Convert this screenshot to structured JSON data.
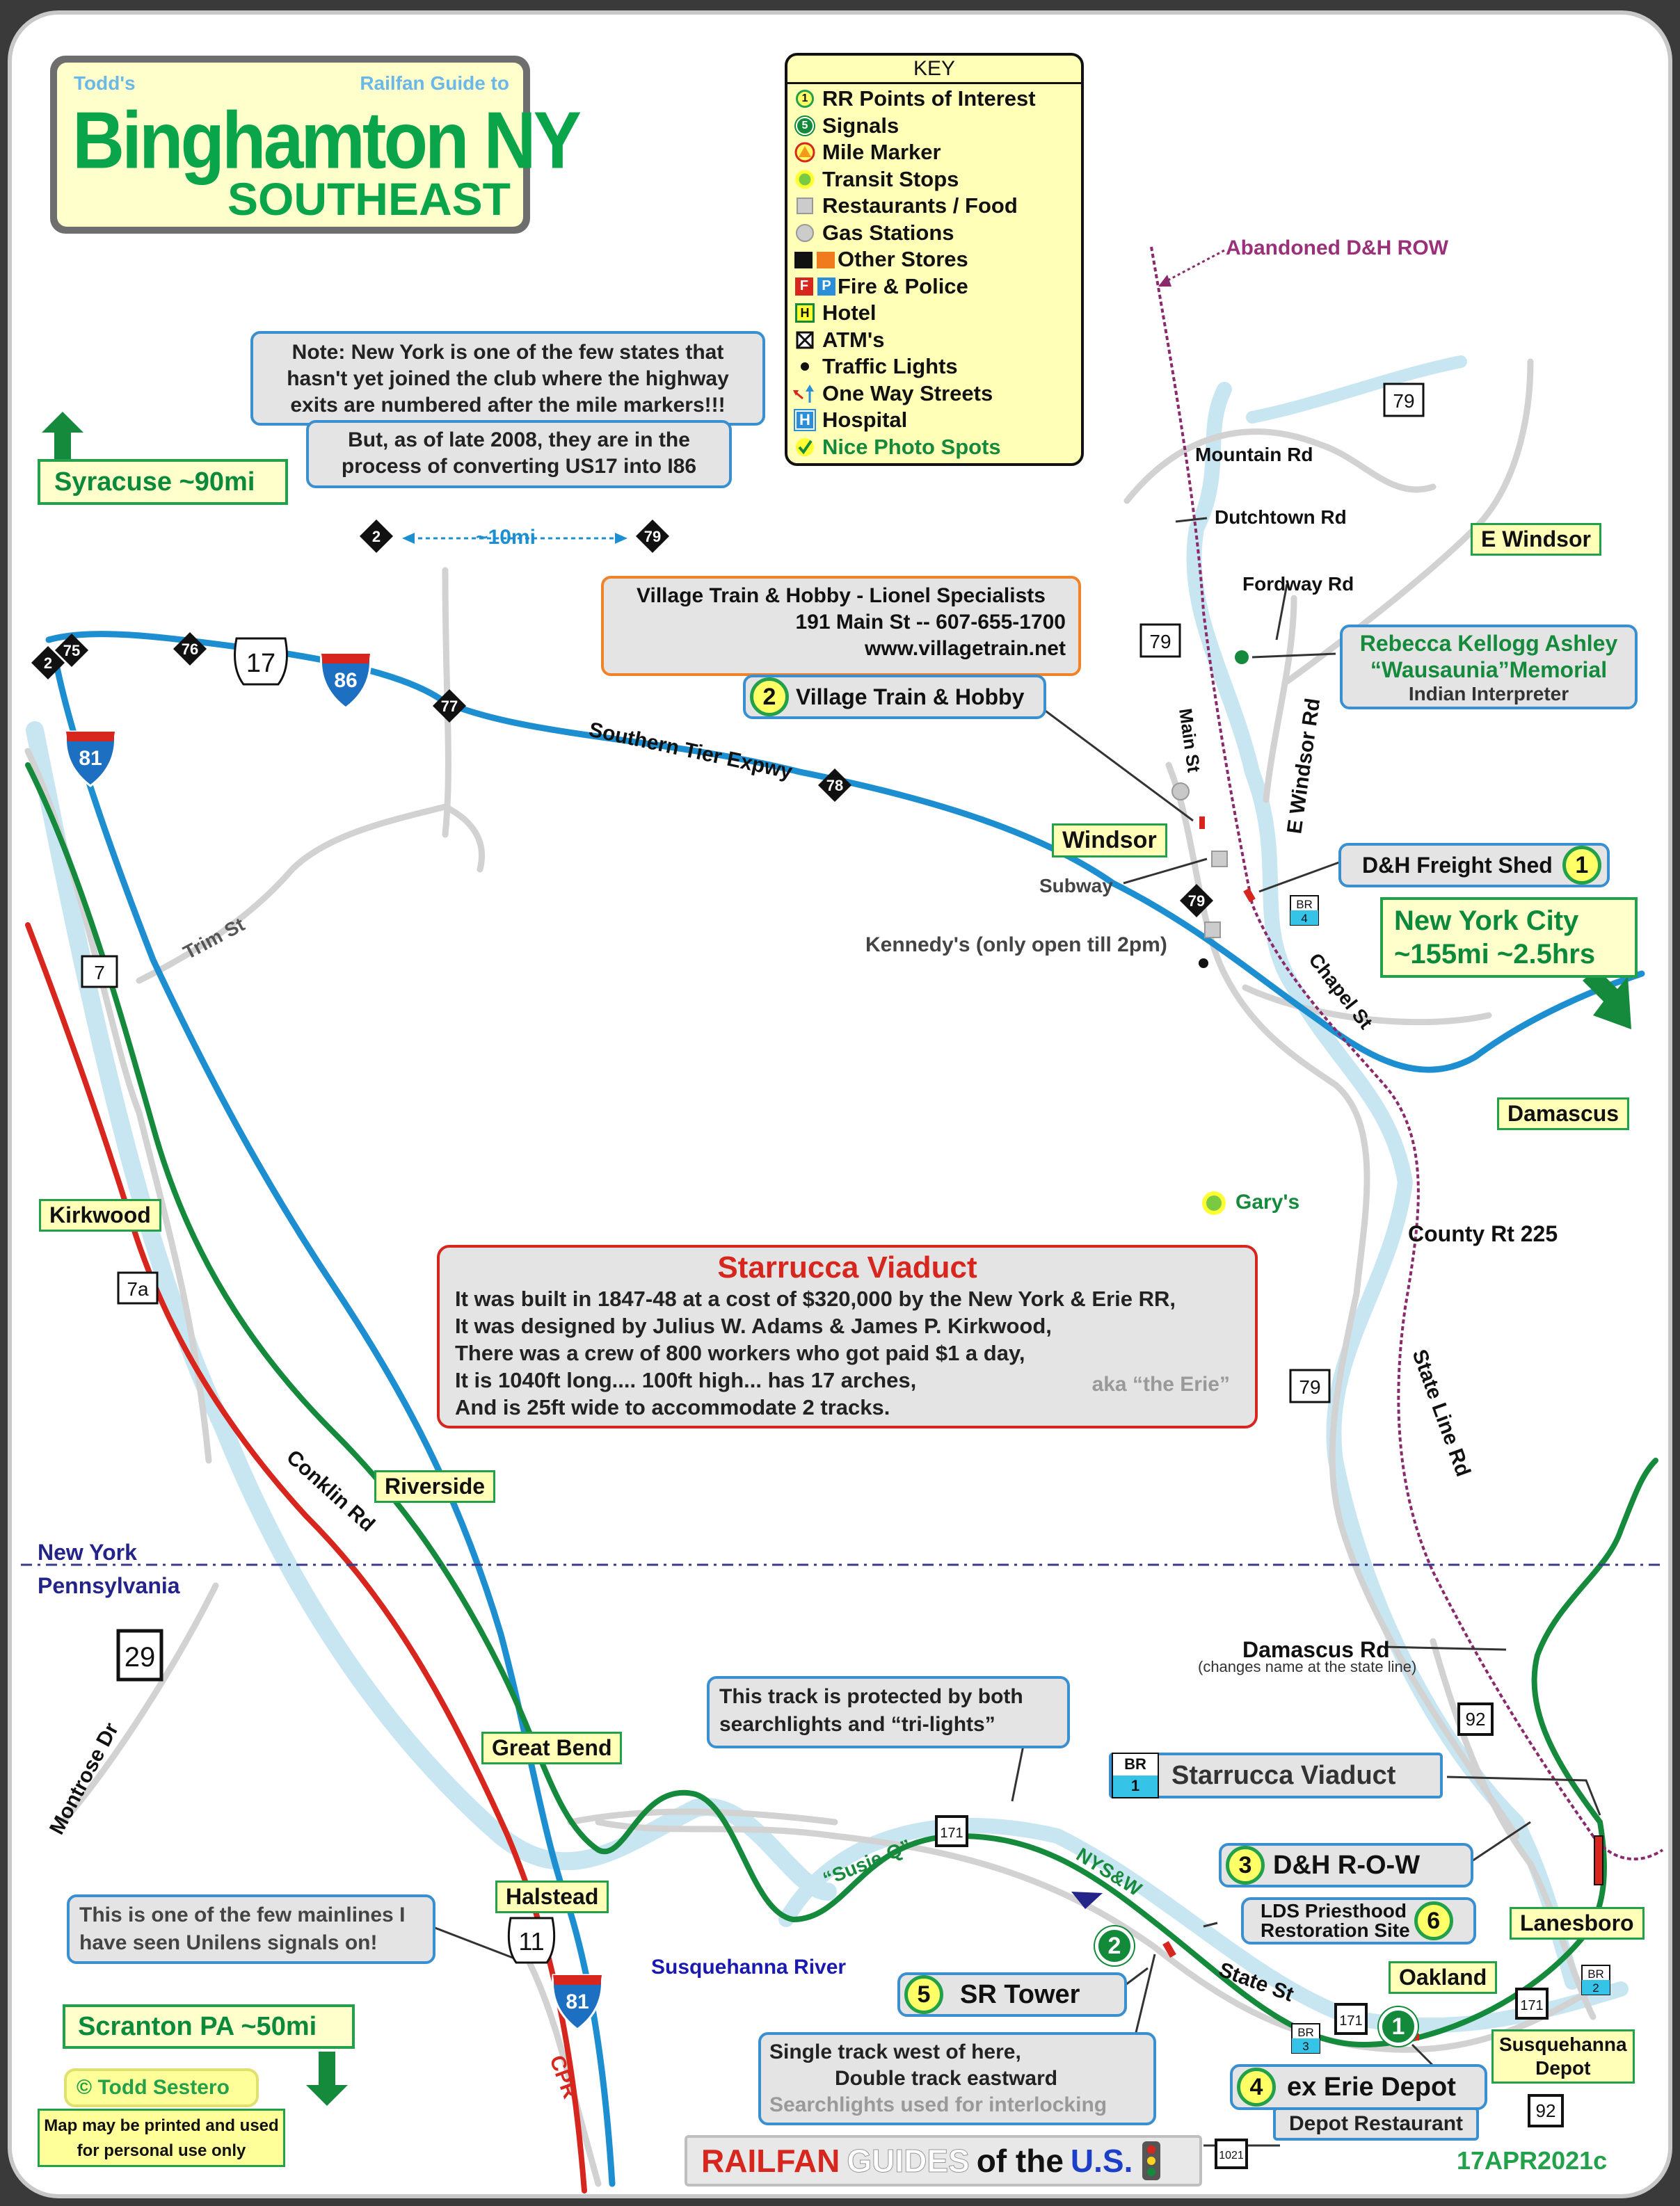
{
  "title": {
    "top_left": "Todd's",
    "top_right": "Railfan Guide to",
    "main": "Binghamton NY",
    "sub": "SOUTHEAST"
  },
  "key": {
    "heading": "KEY",
    "items": [
      {
        "icon": "rr-poi-icon",
        "num": "1",
        "label": "RR Points of Interest"
      },
      {
        "icon": "signal-icon",
        "num": "5",
        "label": "Signals"
      },
      {
        "icon": "mile-marker-icon",
        "label": "Mile Marker"
      },
      {
        "icon": "transit-stop-icon",
        "label": "Transit Stops"
      },
      {
        "icon": "restaurant-icon",
        "label": "Restaurants / Food"
      },
      {
        "icon": "gas-station-icon",
        "label": "Gas Stations"
      },
      {
        "icon": "other-stores-icon",
        "label": "Other Stores"
      },
      {
        "icon": "fire-police-icon",
        "f": "F",
        "p": "P",
        "label": "Fire & Police"
      },
      {
        "icon": "hotel-icon",
        "h": "H",
        "label": "Hotel"
      },
      {
        "icon": "atm-icon",
        "label": "ATM's"
      },
      {
        "icon": "traffic-light-icon",
        "label": "Traffic Lights"
      },
      {
        "icon": "one-way-icon",
        "label": "One Way Streets"
      },
      {
        "icon": "hospital-icon",
        "h": "H",
        "label": "Hospital"
      },
      {
        "icon": "photo-spot-icon",
        "label": "Nice Photo Spots"
      }
    ]
  },
  "notes": {
    "exit_note": "Note:  New York is one of the few states that hasn't yet joined the club where the highway exits are numbered after the mile markers!!!",
    "exit_note2": "But, as of late 2008, they are in the process of converting US17 into I86",
    "unilens": "This is one of the few mainlines I have seen Unilens signals on!",
    "track_protected": "This track is protected by both searchlights and “tri-lights”",
    "single_track_1": "Single track west of here,",
    "single_track_2": "Double track eastward",
    "single_track_3": "Searchlights used for interlocking"
  },
  "directions": {
    "syracuse": "Syracuse ~90mi",
    "nyc_1": "New York City",
    "nyc_2": "~155mi  ~2.5hrs",
    "scranton": "Scranton PA ~50mi"
  },
  "village_train": {
    "line1": "Village Train & Hobby - Lionel Specialists",
    "line2": "191 Main St -- 607-655-1700",
    "line3": "www.villagetrain.net"
  },
  "starrucca_box": {
    "title": "Starrucca Viaduct",
    "lines": [
      "It was built in 1847-48 at a cost of $320,000 by the New York & Erie RR,",
      "It was designed by Julius W. Adams & James P. Kirkwood,",
      "There was a crew of 800 workers who got paid $1 a day,",
      "It is 1040ft long.... 100ft high... has 17 arches,",
      "And is 25ft wide to accommodate 2 tracks."
    ],
    "aka": "aka “the Erie”"
  },
  "poi": {
    "p1": {
      "num": "1",
      "label": "D&H Freight Shed"
    },
    "p2": {
      "num": "2",
      "label": "Village Train & Hobby"
    },
    "p3": {
      "num": "3",
      "label": "D&H R-O-W"
    },
    "p4": {
      "num": "4",
      "label": "ex Erie Depot"
    },
    "p4_sub": "Depot Restaurant",
    "p5": {
      "num": "5",
      "label": "SR Tower"
    },
    "p6": {
      "num": "6",
      "label1": "LDS Priesthood",
      "label2": "Restoration Site"
    },
    "starrucca": {
      "br": "BR",
      "brnum": "1",
      "label": "Starrucca Viaduct"
    },
    "memorial_1": "Rebecca Kellogg Ashley",
    "memorial_2": "“Wausaunia”Memorial",
    "memorial_3": "Indian Interpreter"
  },
  "signals": {
    "s1": "1",
    "s2": "2"
  },
  "towns": {
    "windsor": "Windsor",
    "e_windsor": "E Windsor",
    "damascus": "Damascus",
    "kirkwood": "Kirkwood",
    "riverside": "Riverside",
    "great_bend": "Great Bend",
    "halstead": "Halstead",
    "lanesboro": "Lanesboro",
    "oakland": "Oakland",
    "susq_depot_1": "Susquehanna",
    "susq_depot_2": "Depot"
  },
  "roads": {
    "abandoned_dh": "Abandoned D&H ROW",
    "mountain_rd": "Mountain Rd",
    "dutchtown_rd": "Dutchtown Rd",
    "fordway_rd": "Fordway Rd",
    "main_st": "Main St",
    "e_windsor_rd": "E Windsor Rd",
    "southern_tier": "Southern Tier Expwy",
    "trim_st": "Trim St",
    "chapel_st": "Chapel St",
    "county_rt_225": "County Rt 225",
    "state_line_rd": "State Line Rd",
    "conklin_rd": "Conklin Rd",
    "montrose_dr": "Montrose Dr",
    "damascus_rd": "Damascus Rd",
    "damascus_rd_note": "(changes name at the state line)",
    "state_st": "State St",
    "susie_q": "“Susie-Q”",
    "nysw": "NYS&W",
    "cpr": "CPR",
    "susq_river": "Susquehanna River",
    "subway": "Subway",
    "kennedys": "Kennedy's (only open till 2pm)",
    "garys": "Gary's",
    "ten_mi": "~10mi"
  },
  "state_line": {
    "ny": "New York",
    "pa": "Pennsylvania"
  },
  "shields": {
    "i81": "81",
    "i86": "86",
    "us17": "17",
    "us11": "11",
    "ny79": "79",
    "ny7": "7",
    "ny7a": "7a",
    "pa29": "29",
    "pa92": "92",
    "pa171": "171",
    "pa1021": "1021"
  },
  "exits": {
    "e2": "2",
    "e75": "75",
    "e76": "76",
    "e77": "77",
    "e78": "78",
    "e79": "79"
  },
  "bridges": {
    "br": "BR",
    "b2": "2",
    "b3": "3",
    "b4": "4"
  },
  "footer": {
    "copyright": "© Todd Sestero",
    "print_note": "Map may be printed and used for personal use only",
    "railfan": "RAILFAN",
    "guides": "GUIDES",
    "of_the": "of the",
    "us": "U.S.",
    "date": "17APR2021c"
  },
  "colors": {
    "river": "#c8e6f2",
    "highway": "#1d8fd1",
    "rail_green": "#168a3c",
    "rail_red": "#d7261e",
    "abandoned": "#8a2a6a",
    "road": "#cfcfcf",
    "note_border": "#3a8fd0",
    "title_green": "#0aa44a"
  }
}
